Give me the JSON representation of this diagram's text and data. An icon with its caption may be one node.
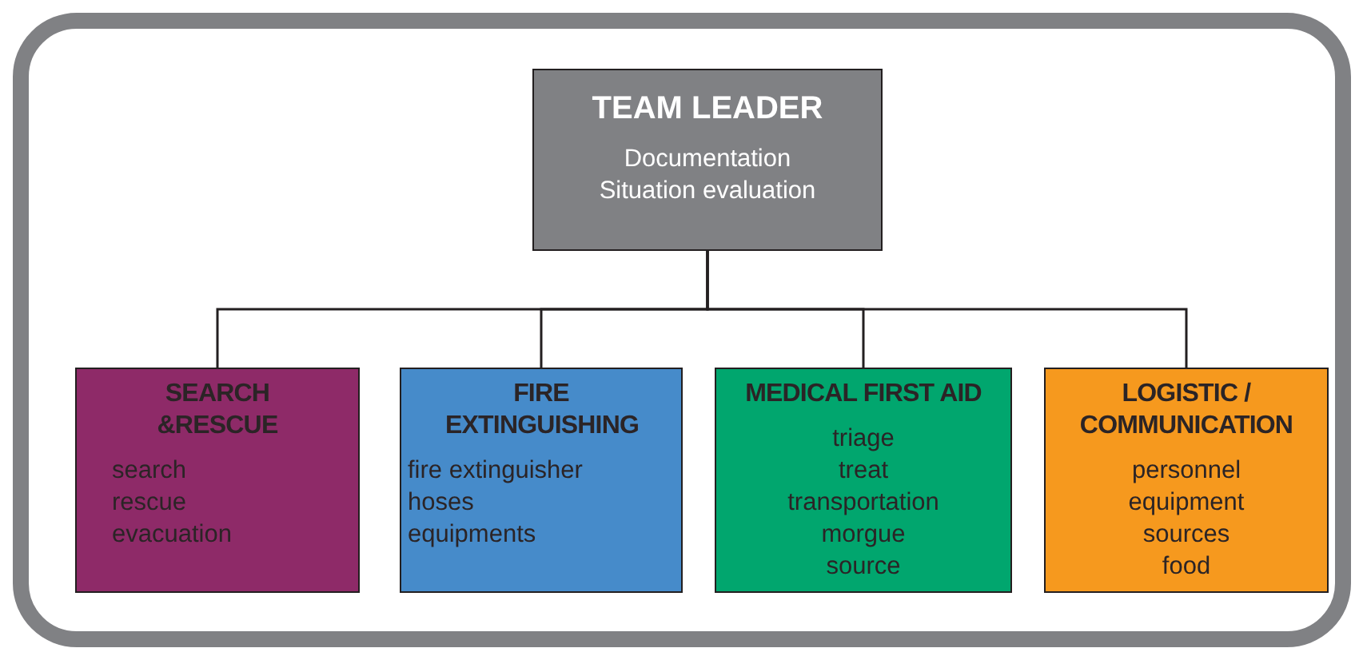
{
  "diagram": {
    "nodes": [
      {
        "text": [
          "TEAM LEADER",
          "Documentation",
          "Situation evaluation"
        ]
      },
      {
        "text": [
          "SEARCH &RESCUE",
          "search",
          "rescue",
          "evacuation"
        ]
      },
      {
        "text": [
          "FIRE EXTINGUISHING",
          "fire extinguisher",
          "hoses",
          "equipments"
        ]
      },
      {
        "text": [
          "MEDICAL FIRST AID",
          "triage",
          "treat",
          "transportation",
          "morgue",
          "source"
        ]
      },
      {
        "text": [
          "LOGISTIC / COMMUNICATION",
          "personnel",
          "equipment",
          "sources",
          "food"
        ]
      }
    ],
    "edges": [
      {
        "from": 0,
        "to": 1,
        "arrow": "none"
      },
      {
        "from": 0,
        "to": 2,
        "arrow": "none"
      },
      {
        "from": 0,
        "to": 3,
        "arrow": "none"
      },
      {
        "from": 0,
        "to": 4,
        "arrow": "none"
      }
    ]
  }
}
